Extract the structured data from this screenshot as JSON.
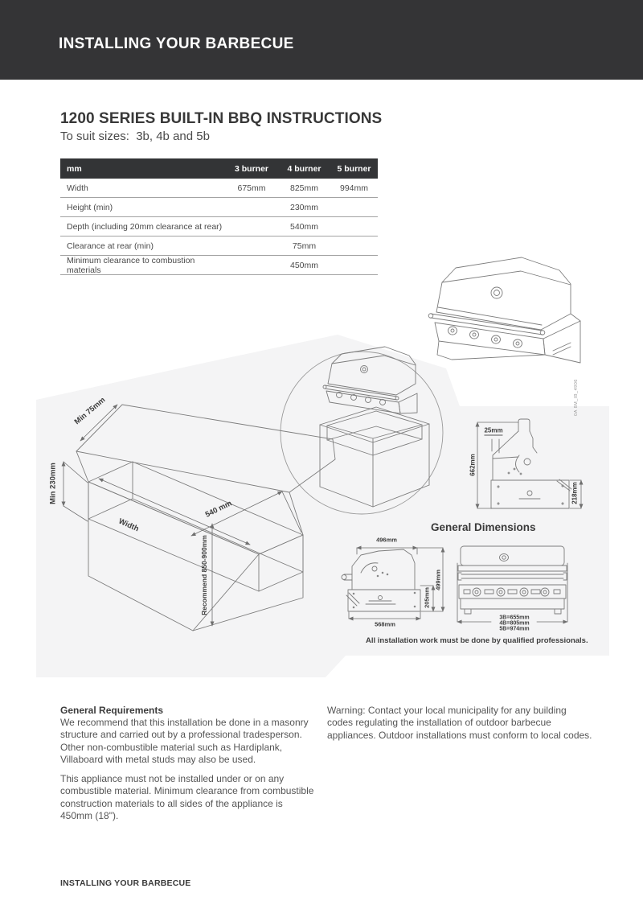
{
  "header": {
    "title": "INSTALLING YOUR BARBECUE",
    "bar_color": "#343436"
  },
  "intro": {
    "title": "1200 SERIES BUILT-IN BBQ INSTRUCTIONS",
    "subtitle": "To suit sizes:  3b, 4b and 5b"
  },
  "spec_table": {
    "columns": [
      "mm",
      "3 burner",
      "4 burner",
      "5 burner"
    ],
    "rows": [
      {
        "label": "Width",
        "b3": "675mm",
        "b4": "825mm",
        "b5": "994mm"
      },
      {
        "label": "Height (min)",
        "b3": "",
        "b4": "230mm",
        "b5": ""
      },
      {
        "label": "Depth (including 20mm clearance at rear)",
        "b3": "",
        "b4": "540mm",
        "b5": ""
      },
      {
        "label": "Clearance at rear (min)",
        "b3": "",
        "b4": "75mm",
        "b5": ""
      },
      {
        "label": "Minimum clearance to combustion materials",
        "b3": "",
        "b4": "450mm",
        "b5": ""
      }
    ]
  },
  "diagram": {
    "bench": {
      "min_rear": "Min 75mm",
      "min_height": "Min 230mm",
      "width_label": "Width",
      "depth": "540 mm",
      "recommend": "Recommend 850-900mm"
    },
    "side_view": {
      "top_gap": "25mm",
      "total_height": "662mm",
      "base_height": "218mm"
    },
    "part_code": "0A 8M_IB_4906",
    "general_dimensions_title": "General Dimensions",
    "profile": {
      "top_width": "496mm",
      "total_height": "499mm",
      "base_height": "205mm",
      "bottom_width": "568mm"
    },
    "front_widths": [
      "3B=655mm",
      "4B=805mm",
      "5B=974mm"
    ],
    "note": "All installation work must be done by qualified professionals."
  },
  "requirements": {
    "heading": "General Requirements",
    "para1": "We recommend that this installation be done in a masonry structure and carried out by a professional tradesperson. Other non-combustible material such as Hardiplank, Villaboard with metal studs may also be used.",
    "para2": "This appliance must not be installed under or on any combustible material. Minimum clearance from combustible construction materials to all sides of the appliance is\n450mm (18\")."
  },
  "warning": {
    "text": "Warning: Contact your local municipality for any building codes regulating the installation of outdoor barbecue appliances. Outdoor installations must conform to local codes."
  },
  "footer": {
    "title": "INSTALLING YOUR BARBECUE"
  }
}
